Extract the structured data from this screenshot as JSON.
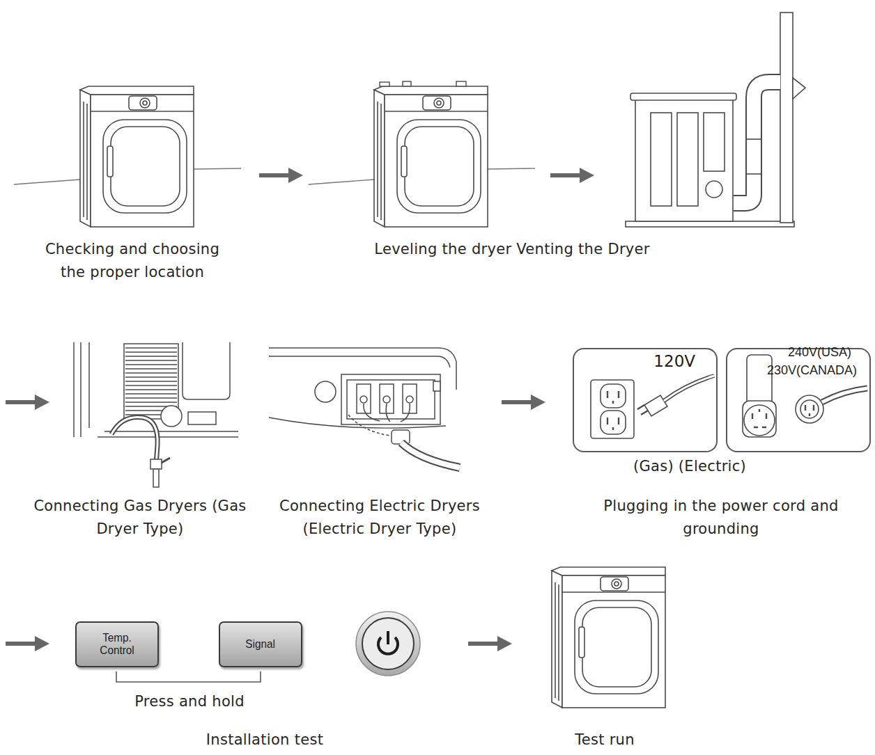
{
  "diagram": {
    "nodes": [
      {
        "text": [
          "120V"
        ]
      },
      {
        "text": [
          "240V(USA)",
          "230V(CANADA)"
        ]
      },
      {
        "text": [
          "Temp. Control"
        ]
      },
      {
        "text": [
          "Signal"
        ]
      }
    ],
    "edges": [],
    "labels": [
      "Checking and choosing the proper location",
      "Leveling the dryer Venting the Dryer",
      "Connecting Gas Dryers (Gas Dryer Type)",
      "Connecting Electric Dryers (Electric Dryer Type)",
      "(Gas) (Electric)",
      "Plugging in the power cord and grounding",
      "Press and hold",
      "Installation test",
      "Test run"
    ]
  }
}
